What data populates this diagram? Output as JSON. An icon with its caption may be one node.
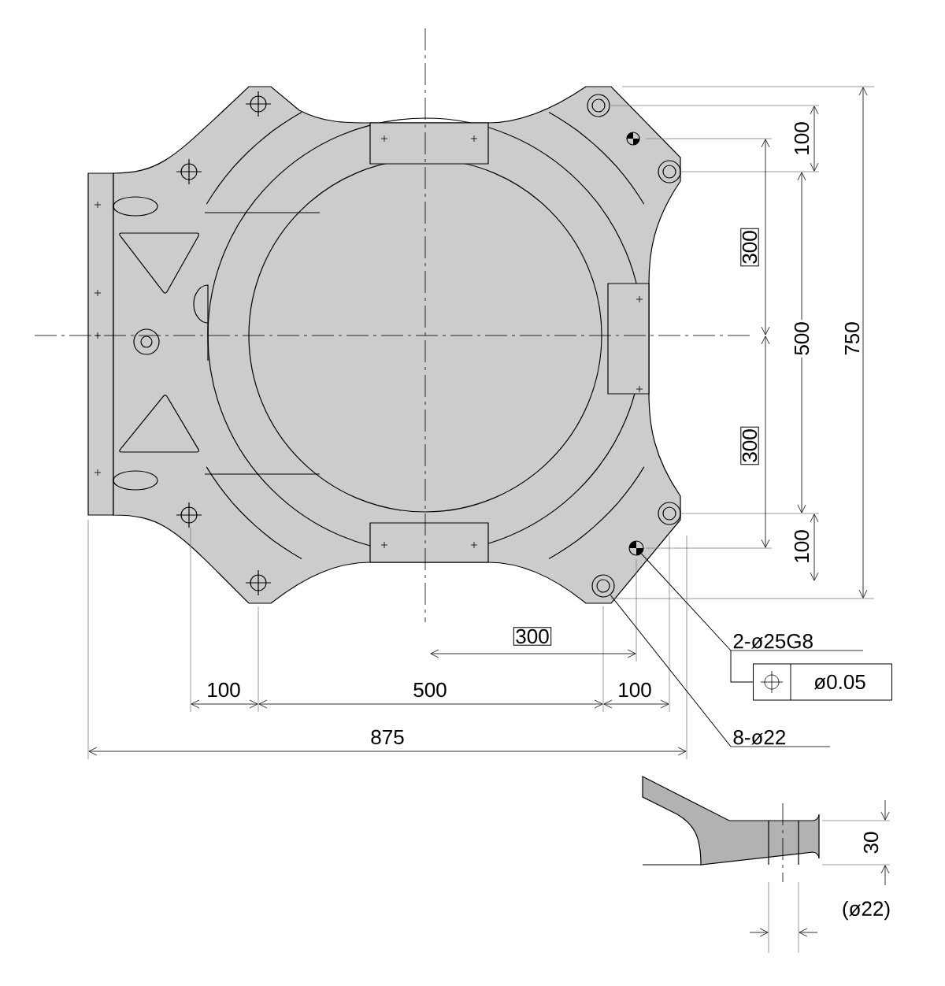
{
  "diagram": {
    "nodes": [
      {
        "text": [
          "2-ø25G8"
        ]
      },
      {
        "text": [
          "ø0.05"
        ]
      },
      {
        "text": [],
        "shape": "circle"
      },
      {
        "text": [
          "8-ø22"
        ]
      },
      {
        "text": [],
        "shape": "circle"
      }
    ],
    "edges": [
      {
        "from": 0,
        "to": 2,
        "arrow": "none"
      },
      {
        "from": 0,
        "to": 1,
        "arrow": "none"
      },
      {
        "from": 3,
        "to": 4,
        "arrow": "none"
      }
    ],
    "labels": [
      "100",
      "300",
      "500",
      "750",
      "300",
      "100",
      "300",
      "100",
      "500",
      "100",
      "875",
      "30",
      "(ø22)"
    ]
  }
}
